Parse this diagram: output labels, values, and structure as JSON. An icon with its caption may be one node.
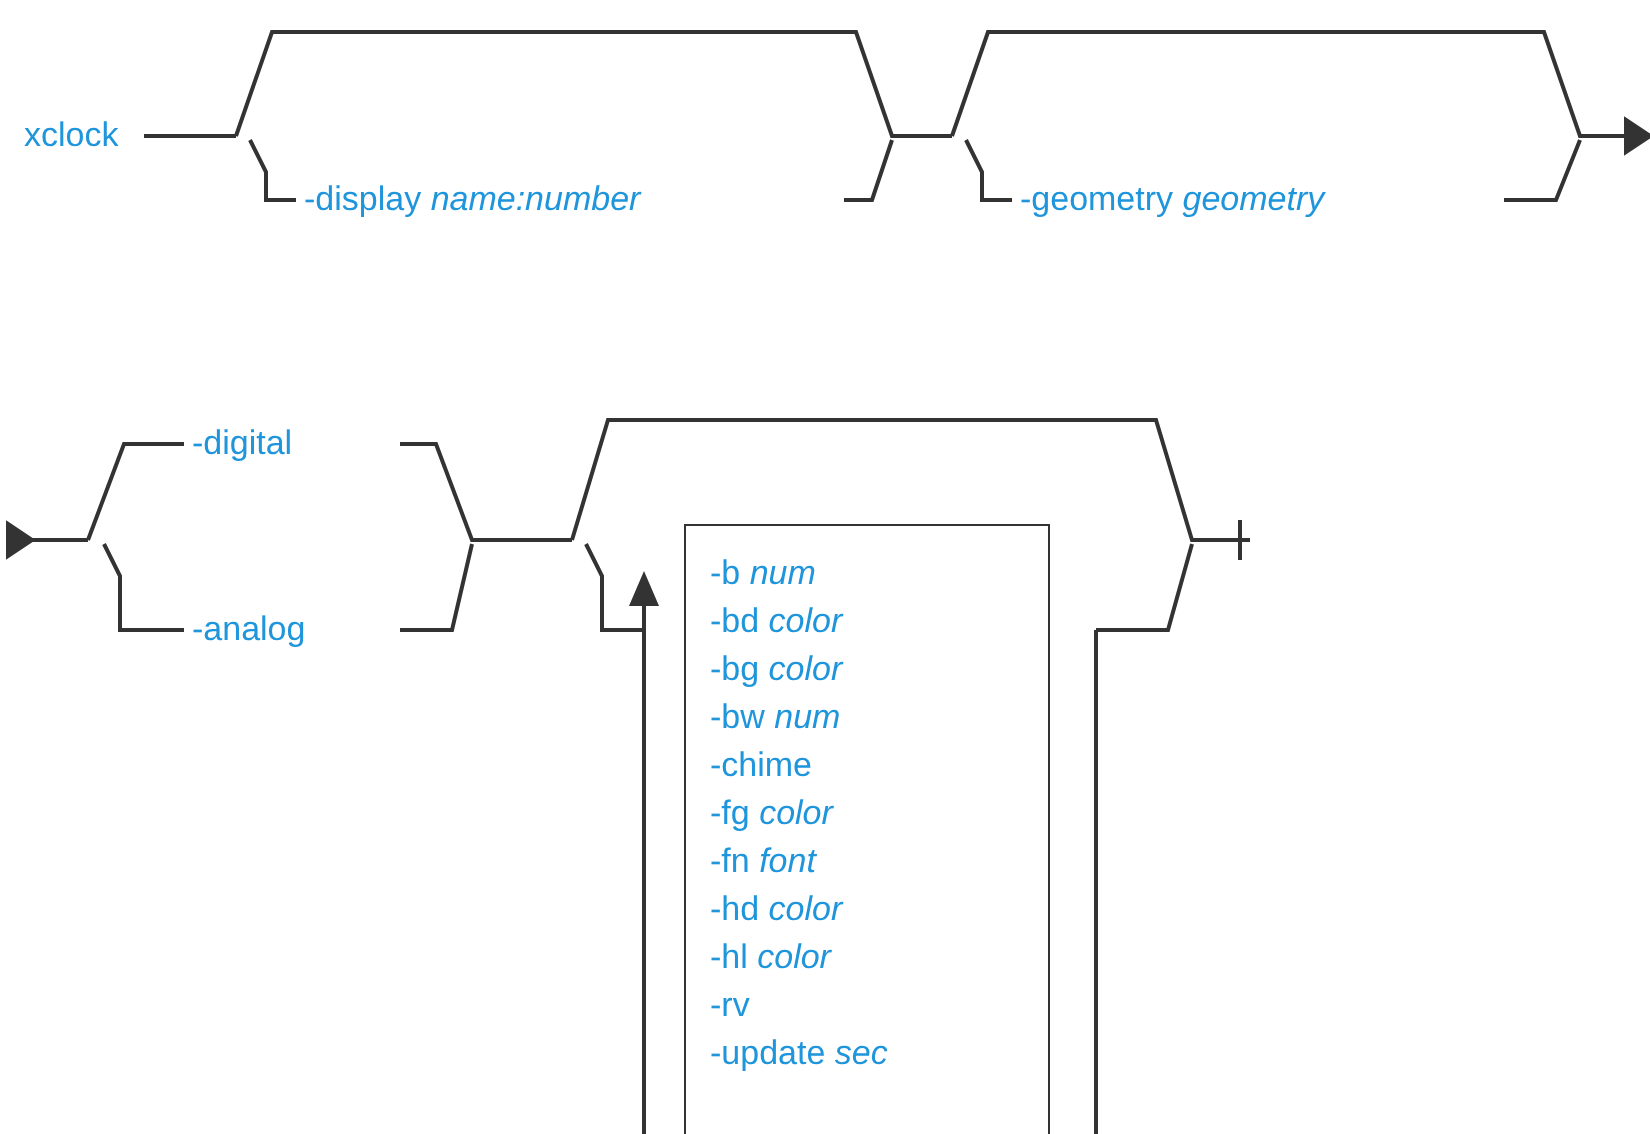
{
  "diagram": {
    "nodes": [
      {
        "text": [
          "-b *num*",
          "-bd *color*",
          "-bg *color*",
          "-bw *num*",
          "-chime",
          "-fg *color*",
          "-fn *font*",
          "-hd *color*",
          "-hl *color*",
          "-rv",
          "-update *sec*"
        ]
      }
    ],
    "labels": [
      "xclock",
      "-display *name:number*",
      "-geometry *geometry*",
      "-digital",
      "-analog"
    ]
  }
}
